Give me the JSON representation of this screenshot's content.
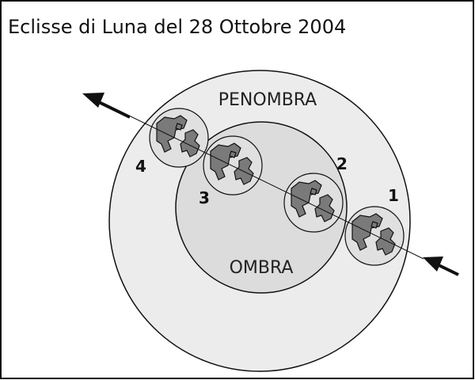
{
  "title": "Eclisse di Luna del 28 Ottobre 2004",
  "labels": {
    "penumbra": "PENOMBRA",
    "umbra": "OMBRA"
  },
  "moons": [
    {
      "number": "1"
    },
    {
      "number": "2"
    },
    {
      "number": "3"
    },
    {
      "number": "4"
    }
  ],
  "colors": {
    "penumbra_fill": "#ececec",
    "umbra_fill": "#dcdcdc",
    "moon_fill": "#e0e0e0",
    "maria_fill": "#7a7a7a",
    "stroke": "#111111"
  }
}
